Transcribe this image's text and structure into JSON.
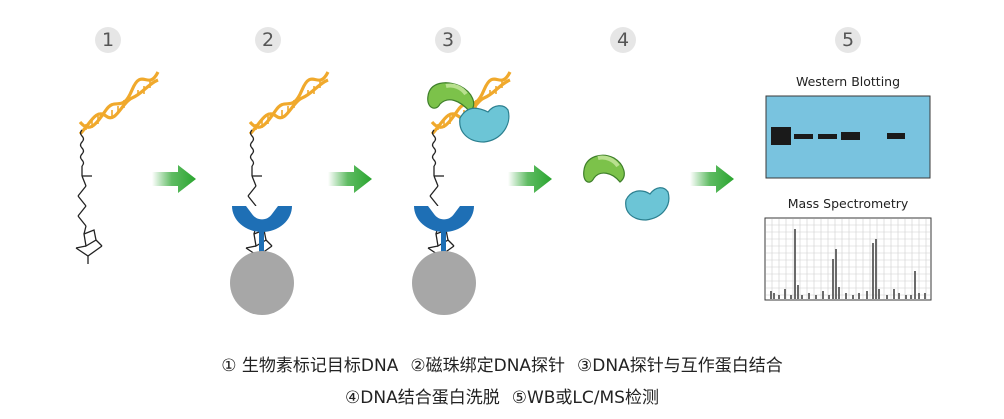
{
  "steps": [
    "1",
    "2",
    "3",
    "4",
    "5"
  ],
  "panels": {
    "western_title": "Western Blotting",
    "mass_spec_title": "Mass Spectrometry"
  },
  "caption": {
    "line1": [
      "① 生物素标记目标DNA",
      "②磁珠绑定DNA探针",
      "③DNA探针与互作蛋白结合"
    ],
    "line2": [
      "④DNA结合蛋白洗脱",
      "⑤WB或LC/MS检测"
    ]
  },
  "colors": {
    "dna": "#f0a92c",
    "arrow": "#2aa52f",
    "streptavidin": "#1e6fb5",
    "bead": "#a7a7a7",
    "protein_green": "#7cc24a",
    "protein_blue": "#6cc5d6",
    "wb_panel": "#79c3df"
  }
}
